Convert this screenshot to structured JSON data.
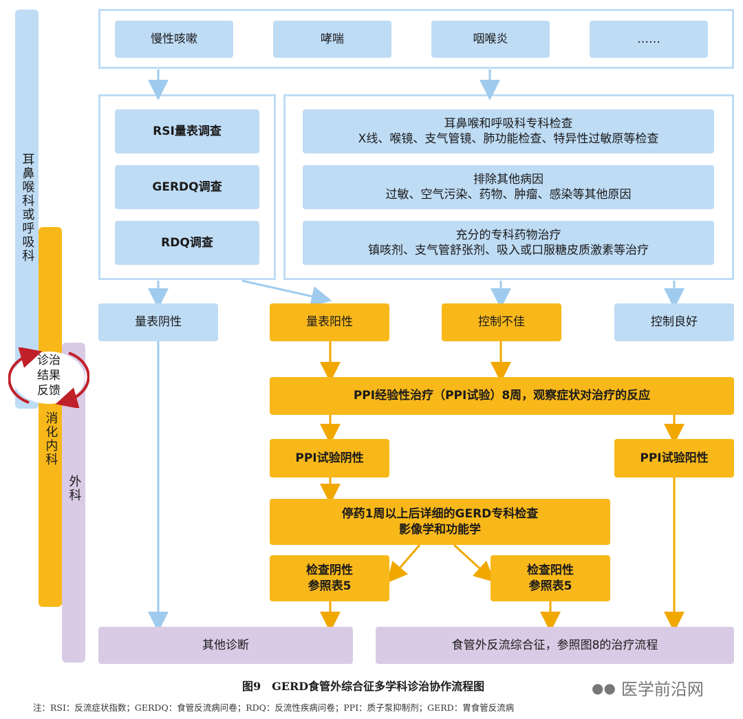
{
  "top_symptoms": [
    "慢性咳嗽",
    "哮喘",
    "咽喉炎",
    "……"
  ],
  "surveys": [
    "RSI量表调查",
    "GERDQ调查",
    "RDQ调查"
  ],
  "specialist": [
    {
      "line1": "耳鼻喉和呼吸科专科检查",
      "line2": "X线、喉镜、支气管镜、肺功能检查、特异性过敏原等检查"
    },
    {
      "line1": "排除其他病因",
      "line2": "过敏、空气污染、药物、肿瘤、感染等其他原因"
    },
    {
      "line1": "充分的专科药物治疗",
      "line2": "镇咳剂、支气管舒张剂、吸入或口服糖皮质激素等治疗"
    }
  ],
  "results": {
    "scale_negative": "量表阴性",
    "scale_positive": "量表阳性",
    "poor_control": "控制不佳",
    "good_control": "控制良好"
  },
  "ppi_trial": "PPI经验性治疗（PPI试验）8周，观察症状对治疗的反应",
  "ppi_negative": "PPI试验阴性",
  "ppi_positive": "PPI试验阳性",
  "gerd_exam": {
    "line1": "停药1周以上后详细的GERD专科检查",
    "line2": "影像学和功能学"
  },
  "exam_negative": {
    "line1": "检查阴性",
    "line2": "参照表5"
  },
  "exam_positive": {
    "line1": "检查阳性",
    "line2": "参照表5"
  },
  "other_diagnosis": "其他诊断",
  "extra_esophageal": "食管外反流综合征，参照图8的治疗流程",
  "side_labels": {
    "ent_resp": "耳鼻喉科或呼吸科",
    "gi": "消化内科",
    "surgery": "外科",
    "feedback": [
      "诊治",
      "结果",
      "反馈"
    ]
  },
  "caption": "图9　GERD食管外综合征多学科诊治协作流程图",
  "note": "注：RSI：反流症状指数；GERDQ：食管反流病问卷；RDQ：反流性疾病问卷；PPI：质子泵抑制剂；GERD：胃食管反流病",
  "watermark": "医学前沿网",
  "colors": {
    "blue": "#bfdcf5",
    "orange": "#f8b81a",
    "purple": "#d9cbe5",
    "red_arrow": "#c0202a"
  }
}
